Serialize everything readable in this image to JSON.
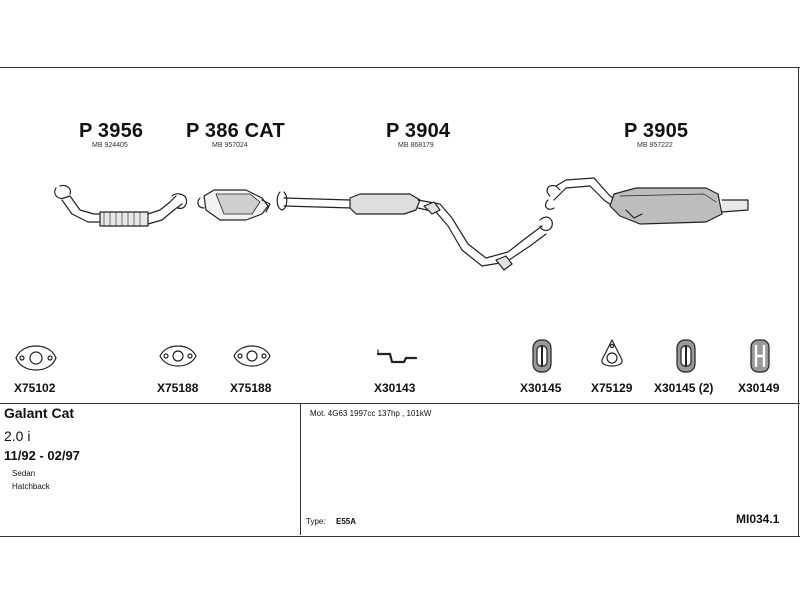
{
  "parts": [
    {
      "title": "P 3956",
      "ref": "MB 924405"
    },
    {
      "title": "P 386 CAT",
      "ref": "MB 957024"
    },
    {
      "title": "P 3904",
      "ref": "MB 868179"
    },
    {
      "title": "P 3905",
      "ref": "MB 957222"
    }
  ],
  "fittings": [
    {
      "code": "X75102",
      "icon": "gasket-3-hole-icon"
    },
    {
      "code": "X75188",
      "icon": "gasket-flange-icon"
    },
    {
      "code": "X75188",
      "icon": "gasket-flange-icon"
    },
    {
      "code": "X30143",
      "icon": "bracket-icon"
    },
    {
      "code": "X30145",
      "icon": "rubber-hanger-icon"
    },
    {
      "code": "X75129",
      "icon": "gasket-triangle-icon"
    },
    {
      "code": "X30145 (2)",
      "icon": "rubber-hanger-icon"
    },
    {
      "code": "X30149",
      "icon": "rubber-hanger-h-icon"
    }
  ],
  "vehicle": {
    "model": "Galant Cat",
    "engine": "2.0 i",
    "years": "11/92 - 02/97",
    "body_types": [
      "Sedan",
      "Hatchback"
    ]
  },
  "details": {
    "motor": "Mot. 4G63 1997cc 137hp , 101kW",
    "type_label": "Type:",
    "type_value": "E55A",
    "reference": "MI034.1"
  }
}
